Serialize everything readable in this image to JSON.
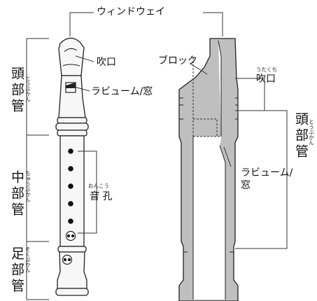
{
  "labels": {
    "windway": "ウィンドウェイ",
    "block": "ブロック",
    "mouthpiece": "吹口",
    "mouthpiece_ruby": "うたくち",
    "labium_window": "ラビューム/窓",
    "labium_window_right_1": "ラビューム/",
    "labium_window_right_2": "窓",
    "tone_holes": "音 孔",
    "tone_holes_ruby": "おんこう"
  },
  "sections": {
    "head": {
      "name": "頭部管",
      "ruby": "とうぶかん"
    },
    "middle": {
      "name": "中部管",
      "ruby": "ちゅうぶかん"
    },
    "foot": {
      "name": "足部管",
      "ruby": "そくぶかん"
    }
  },
  "colors": {
    "outline": "#222222",
    "body_fill": "#f7f7f7",
    "cross_section_fill": "#bfbfbf",
    "bracket": "#333333"
  }
}
